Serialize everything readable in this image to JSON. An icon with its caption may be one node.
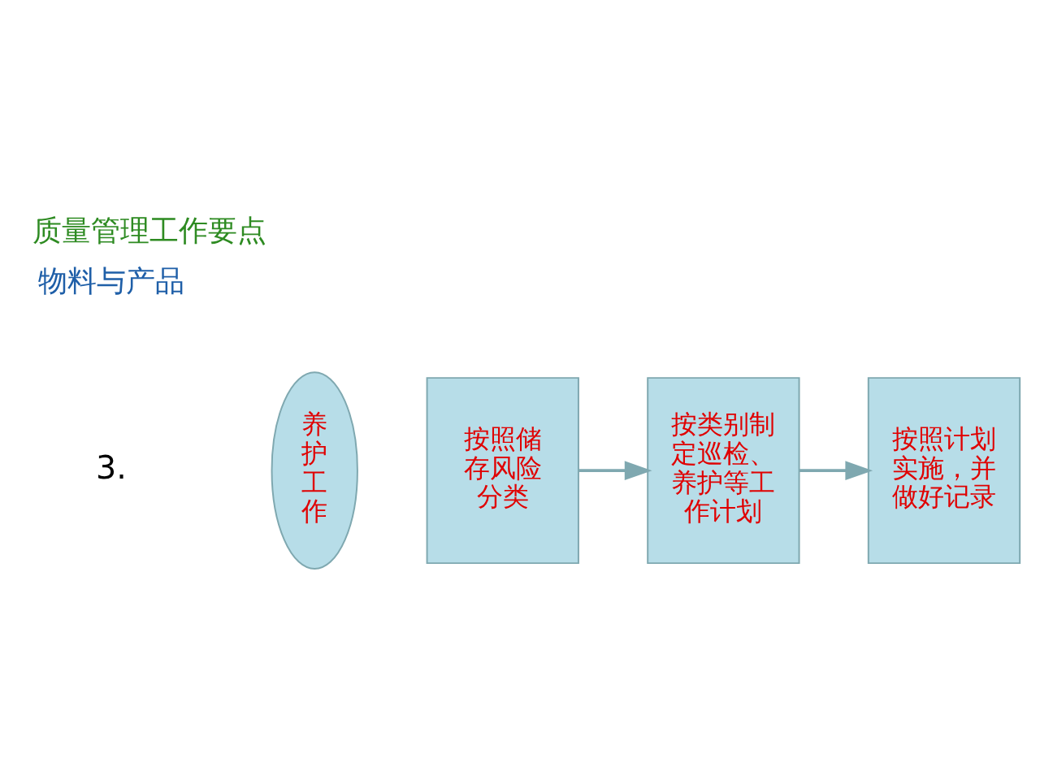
{
  "diagram": {
    "title": "质量管理工作要点",
    "nodes": [
      {
        "text": [
          "养护工作"
        ]
      },
      {
        "text": [
          "按照储存风险分类"
        ]
      },
      {
        "text": [
          "按类别制定巡检、养护等工作计划"
        ]
      },
      {
        "text": [
          "按照计划实施，并做好记录"
        ]
      }
    ],
    "edges": [
      {
        "from": 1,
        "to": 2,
        "arrow": "to"
      },
      {
        "from": 2,
        "to": 3,
        "arrow": "to"
      }
    ],
    "labels": [
      "物料与产品",
      "3."
    ]
  }
}
